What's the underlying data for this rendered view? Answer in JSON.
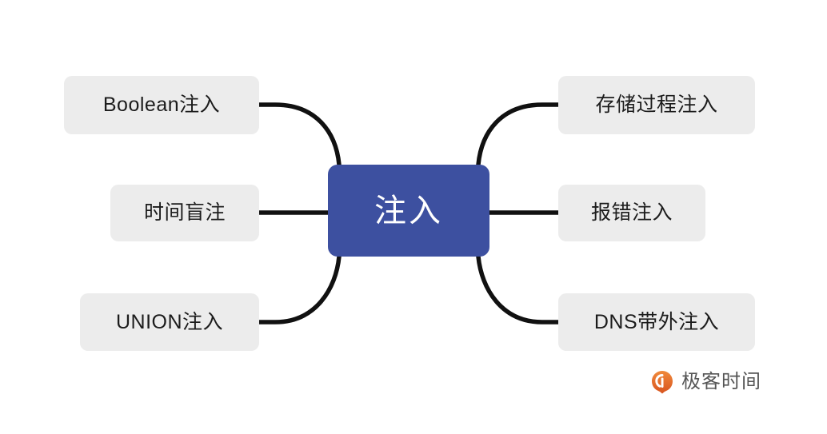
{
  "diagram": {
    "type": "mind-map",
    "title_node": {
      "label": "注入",
      "color": "#3d50a0",
      "text_color": "#ffffff"
    },
    "background": "#ffffff",
    "node_color": "#ececec",
    "node_text_color": "#1c1c1c",
    "connector_color": "#111111",
    "left_branches": [
      {
        "label": "Boolean注入",
        "connector": "curve-down"
      },
      {
        "label": "时间盲注",
        "connector": "straight"
      },
      {
        "label": "UNION注入",
        "connector": "curve-up"
      }
    ],
    "right_branches": [
      {
        "label": "存储过程注入",
        "connector": "curve-down"
      },
      {
        "label": "报错注入",
        "connector": "straight"
      },
      {
        "label": "DNS带外注入",
        "connector": "curve-up"
      }
    ]
  },
  "brand": {
    "name": "极客时间",
    "mark_icon": "geektime-logo-icon",
    "mark_color": "#e8712a",
    "text_color": "#555555"
  }
}
